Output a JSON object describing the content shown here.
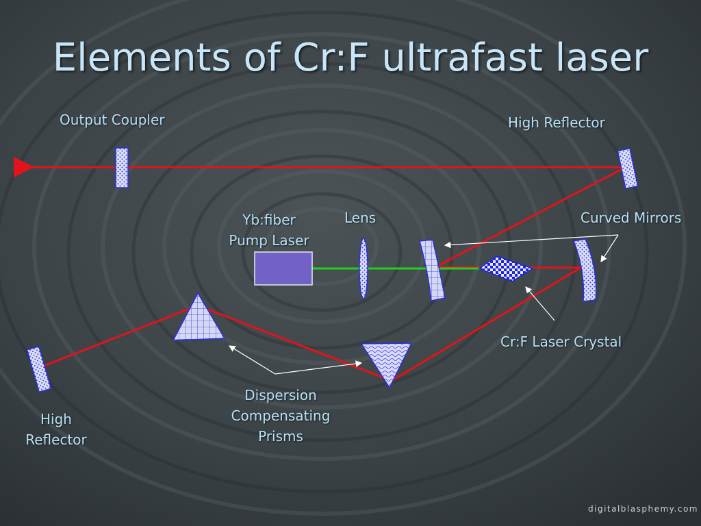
{
  "slide": {
    "title": "Elements of Cr:F ultrafast laser",
    "watermark": "digitalblasphemy.com"
  },
  "labels": {
    "output_coupler": "Output Coupler",
    "high_reflector_top": "High Reflector",
    "pump_laser_line1": "Yb:fiber",
    "pump_laser_line2": "Pump Laser",
    "lens": "Lens",
    "curved_mirrors": "Curved Mirrors",
    "crystal": "Cr:F Laser Crystal",
    "prisms_line1": "Dispersion",
    "prisms_line2": "Compensating",
    "prisms_line3": "Prisms",
    "high_reflector_left_line1": "High",
    "high_reflector_left_line2": "Reflector"
  },
  "colors": {
    "beam_red": "#e0141a",
    "pump_green": "#1ed21e",
    "label_text": "#b8e2f7",
    "title_text": "#c8e6f8",
    "pump_box": "#7262c8",
    "optic_fill": "#dce0f5",
    "optic_stroke": "#2a2ee0",
    "background": "#3e4548"
  }
}
